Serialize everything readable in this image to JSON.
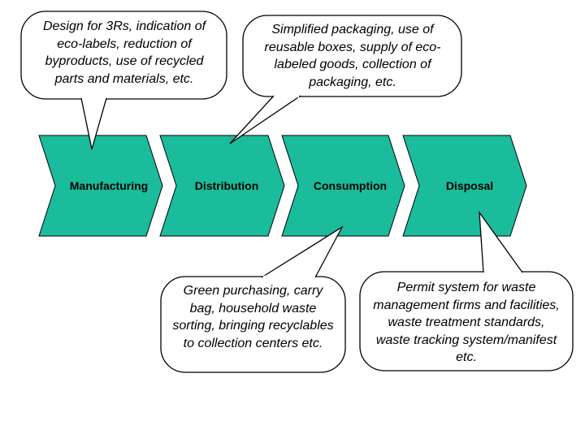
{
  "colors": {
    "arrow_fill": "#1ABC9C",
    "outline": "#000000",
    "background": "#FFFFFF"
  },
  "stages": [
    {
      "label": "Manufacturing"
    },
    {
      "label": "Distribution"
    },
    {
      "label": "Consumption"
    },
    {
      "label": "Disposal"
    }
  ],
  "callouts": {
    "manufacturing": "Design for 3Rs, indication of eco-labels, reduction of byproducts, use of recycled parts and materials, etc.",
    "distribution": "Simplified packaging, use of reusable boxes, supply of eco-labeled goods, collection of packaging, etc.",
    "consumption": "Green purchasing, carry bag, household waste sorting, bringing recyclables to collection centers etc.",
    "disposal": "Permit system for waste management firms and facilities, waste treatment standards, waste tracking system/manifest etc."
  }
}
